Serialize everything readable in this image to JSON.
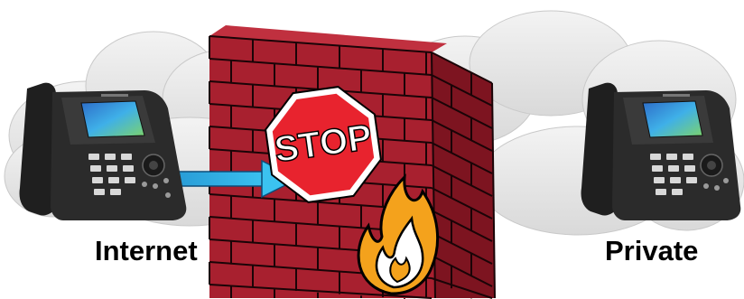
{
  "labels": {
    "left": "Internet",
    "right": "Private"
  },
  "stop_sign": {
    "text": "STOP"
  },
  "colors": {
    "cloud": "#e6e6e6",
    "brick": "#a8202f",
    "mortar": "#1a0407",
    "stop": "#e8232e",
    "arrow": "#1fa3e0",
    "flame": "#f4a21c",
    "phone_body": "#2b2b2b"
  }
}
